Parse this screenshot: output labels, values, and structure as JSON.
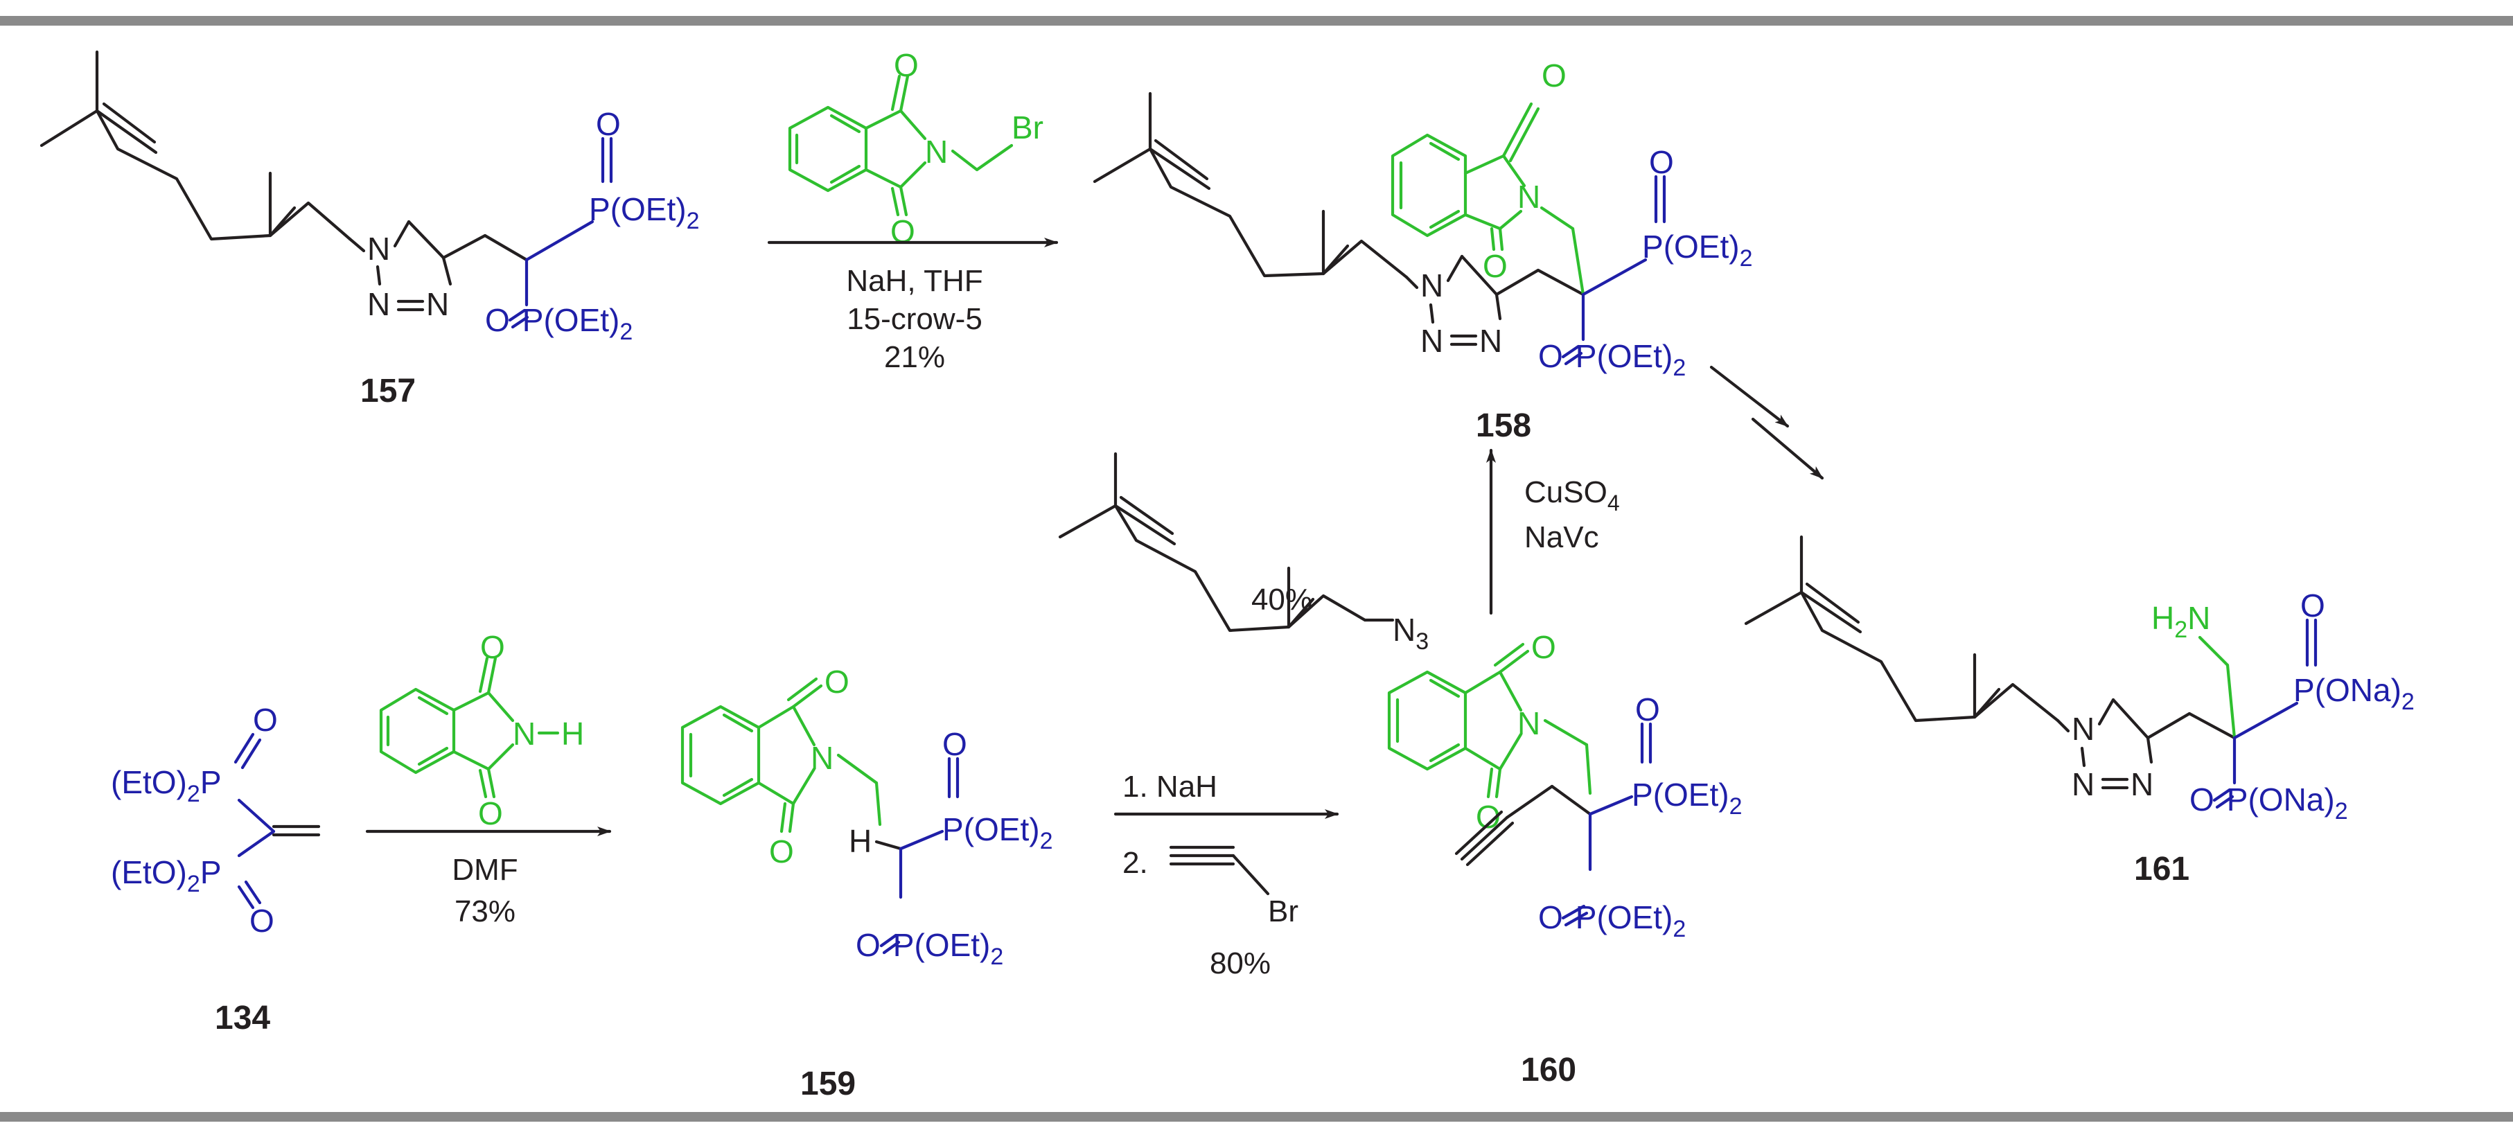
{
  "compounds": {
    "c157": {
      "label": "157"
    },
    "c158": {
      "label": "158"
    },
    "c159": {
      "label": "159"
    },
    "c160": {
      "label": "160"
    },
    "c161": {
      "label": "161"
    },
    "c134": {
      "label": "134"
    }
  },
  "atoms": {
    "N": "N",
    "O": "O",
    "H": "H",
    "Br": "Br",
    "N3": "N",
    "N3_sub": "3",
    "H2N": "H",
    "H2N_sub": "2",
    "H2N_tail": "N",
    "PO": "P",
    "OEt2": "(OEt)",
    "ONa2": "(ONa)",
    "two": "2",
    "EtO2": "(EtO)",
    "EtO2_sub": "2",
    "P": "P"
  },
  "conditions": {
    "step1": {
      "line1": "NaH, THF",
      "line2": "15-crow-5",
      "line3": "21%"
    },
    "step2": {
      "line1": "DMF",
      "line2": "73%"
    },
    "step3": {
      "line1": "1. NaH",
      "line2": "2.",
      "reagent_atom": "Br",
      "line3": "80%"
    },
    "step4": {
      "line1": "CuSO",
      "line1_sub": "4",
      "line2": "NaVc",
      "yield": "40%"
    }
  },
  "colors": {
    "reagent_green": "#2fbf2f",
    "phosphonate_blue": "#1f1fa8",
    "bond_black": "#231f20",
    "rule_gray": "#8a8a8a"
  }
}
